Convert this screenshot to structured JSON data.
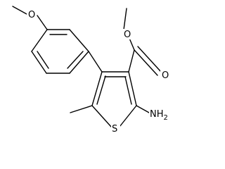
{
  "molecule": {
    "atoms": {
      "o_methoxy": "O",
      "o_ester_single": "O",
      "o_ester_carbonyl": "O",
      "s_ring": "S",
      "nh2": "NH",
      "nh2_sub": "2"
    }
  }
}
